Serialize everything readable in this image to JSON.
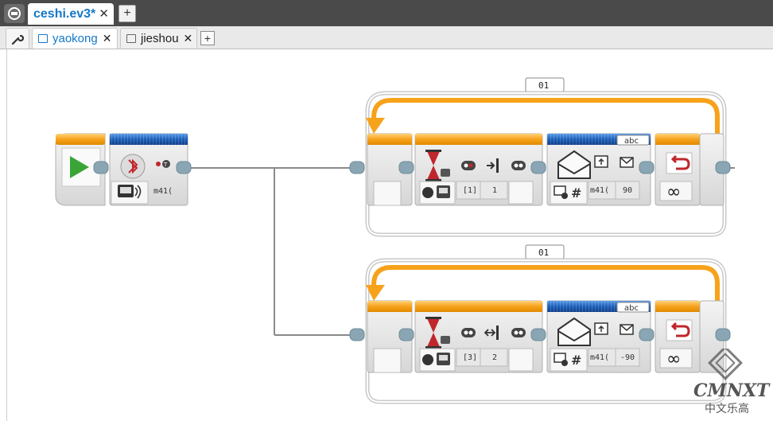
{
  "window": {
    "project_tab": "ceshi.ev3*",
    "icons": {
      "home": "home-icon",
      "close": "close-icon",
      "add": "plus-icon",
      "tools": "wrench-icon"
    }
  },
  "program_tabs": [
    {
      "label": "yaokong",
      "active": true
    },
    {
      "label": "jieshou",
      "active": false
    }
  ],
  "start_block": {
    "icon": "play-icon"
  },
  "bluetooth_block": {
    "icon": "bluetooth-icon",
    "mode_icon": "bluetooth-connect-icon",
    "param": "m41("
  },
  "loops": [
    {
      "loop_name": "01",
      "wait_block": {
        "icon": "hourglass-icon",
        "param1": "[1]",
        "param2": "1"
      },
      "message_block": {
        "title_tag": "abc",
        "icon": "envelope-icon",
        "receiver": "m41(",
        "value": "90"
      },
      "interrupt_block": {
        "icon": "loop-interrupt-icon",
        "mode_icon": "infinity-icon"
      }
    },
    {
      "loop_name": "01",
      "wait_block": {
        "icon": "hourglass-icon",
        "param1": "[3]",
        "param2": "2"
      },
      "message_block": {
        "title_tag": "abc",
        "icon": "envelope-icon",
        "receiver": "m41(",
        "value": "-90"
      },
      "interrupt_block": {
        "icon": "loop-interrupt-icon",
        "mode_icon": "infinity-icon"
      }
    }
  ],
  "watermark": {
    "brand": "CMNXT",
    "subtitle": "中文乐高"
  },
  "colors": {
    "orange": "#f7a21b",
    "blue": "#1d5fb8",
    "block_gray": "#e4e4e4",
    "wire": "#8a8a8a",
    "active_tab": "#1478c8"
  }
}
